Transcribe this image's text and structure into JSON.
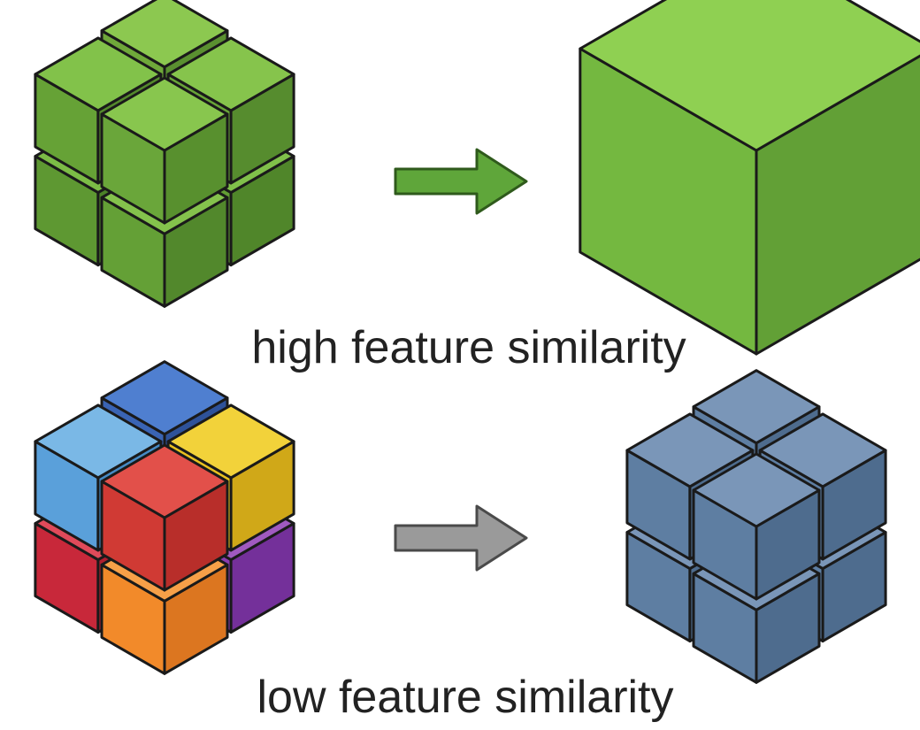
{
  "rows": [
    {
      "caption": "high feature similarity",
      "arrow_color": "#5fa63a",
      "arrow_stroke": "#2f5a1c",
      "left_cubes": [
        {
          "top": "#8cc850",
          "left": "#6fa83a",
          "right": "#5a9030"
        },
        {
          "top": "#82c24a",
          "left": "#66a236",
          "right": "#548a2c"
        },
        {
          "top": "#86c44c",
          "left": "#68a438",
          "right": "#568c2e"
        },
        {
          "top": "#7cbc46",
          "left": "#5e9832",
          "right": "#4c8228"
        },
        {
          "top": "#80c04a",
          "left": "#629c34",
          "right": "#50862a"
        },
        {
          "top": "#84c24c",
          "left": "#64a036",
          "right": "#52882c"
        },
        {
          "top": "#88c64e",
          "left": "#6aa63a",
          "right": "#58902e"
        }
      ],
      "right_shape": "single-cube",
      "right_colors": {
        "top": "#8fd052",
        "left": "#74b840",
        "right": "#62a036"
      }
    },
    {
      "caption": "low feature similarity",
      "arrow_color": "#9a9a9a",
      "arrow_stroke": "#4a4a4a",
      "left_cubes": [
        {
          "top": "#4f7fd0",
          "left": "#3a64b4",
          "right": "#2e529a"
        },
        {
          "top": "#7ab8e6",
          "left": "#5aa0da",
          "right": "#468ac4"
        },
        {
          "top": "#f2d23a",
          "left": "#e8c020",
          "right": "#d0a818"
        },
        {
          "top": "#e04a5a",
          "left": "#c8283a",
          "right": "#b01e30"
        },
        {
          "top": "#a05ac0",
          "left": "#8a3cb0",
          "right": "#74309a"
        },
        {
          "top": "#f7a048",
          "left": "#f28a2a",
          "right": "#dc7620"
        },
        {
          "top": "#e2504a",
          "left": "#d03a34",
          "right": "#b82e2a"
        }
      ],
      "right_shape": "cube-cluster",
      "right_colors": {
        "top": "#7a96b8",
        "left": "#5e7ea2",
        "right": "#4e6c8e"
      }
    }
  ]
}
